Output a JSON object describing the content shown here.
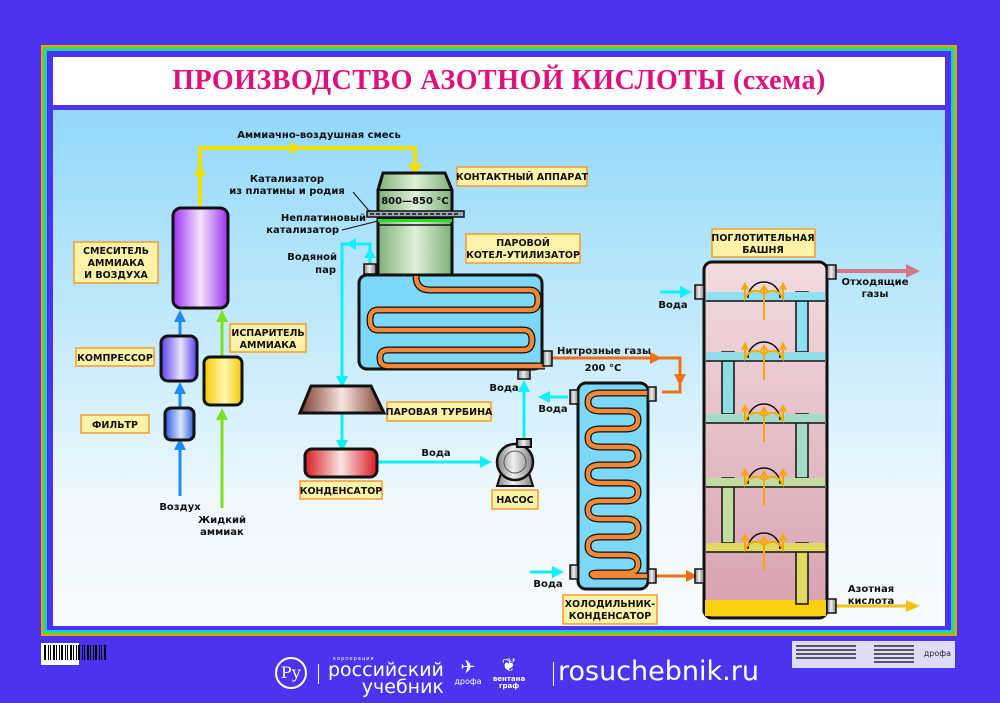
{
  "title": "ПРОИЗВОДСТВО АЗОТНОЙ КИСЛОТЫ (схема)",
  "colors": {
    "background": "#4b33f0",
    "title": "#e0107a",
    "air_flow": "#1e8cf0",
    "ammonia_flow": "#7ee020",
    "mixture_flow": "#f0e000",
    "water_flow": "#10f0f8",
    "nitrous_gas_flow": "#f07018",
    "waste_gas_flow": "#d07888",
    "acid_flow": "#f8c010",
    "label_box": "#fdf3a8",
    "label_border": "#f59a30"
  },
  "components": {
    "mixer": "СМЕСИТЕЛЬ АММИАКА И ВОЗДУХА",
    "compressor": "КОМПРЕССОР",
    "filter": "ФИЛЬТР",
    "evaporator": "ИСПАРИТЕЛЬ АММИАКА",
    "contact_apparatus": "КОНТАКТНЫЙ АППАРАТ",
    "boiler": "ПАРОВОЙ КОТЕЛ-УТИЛИЗАТОР",
    "turbine": "ПАРОВАЯ ТУРБИНА",
    "condenser": "КОНДЕНСАТОР",
    "pump": "НАСОС",
    "cooler": "ХОЛОДИЛЬНИК-КОНДЕНСАТОР",
    "tower": "ПОГЛОТИТЕЛЬНАЯ БАШНЯ"
  },
  "component_lines": {
    "mixer": [
      "СМЕСИТЕЛЬ",
      "АММИАКА",
      "И ВОЗДУХА"
    ],
    "evaporator": [
      "ИСПАРИТЕЛЬ",
      "АММИАКА"
    ],
    "boiler": [
      "ПАРОВОЙ",
      "КОТЕЛ-УТИЛИЗАТОР"
    ],
    "cooler": [
      "ХОЛОДИЛЬНИК-",
      "КОНДЕНСАТОР"
    ],
    "tower": [
      "ПОГЛОТИТЕЛЬНАЯ",
      "БАШНЯ"
    ]
  },
  "flow_labels": {
    "mixture": "Аммиачно-воздушная смесь",
    "catalyst_pt_1": "Катализатор",
    "catalyst_pt_2": "из платины и родия",
    "catalyst_non_pt_1": "Неплатиновый",
    "catalyst_non_pt_2": "катализатор",
    "temperature": "800—850 °C",
    "steam_1": "Водяной",
    "steam_2": "пар",
    "air": "Воздух",
    "liquid_ammonia_1": "Жидкий",
    "liquid_ammonia_2": "аммиак",
    "water_pump": "Вода",
    "water_boiler": "Вода",
    "water_cooler_out": "Вода",
    "water_cooler_in": "Вода",
    "water_tower": "Вода",
    "nitrous_gases": "Нитрозные газы",
    "nitrous_temp": "200 °C",
    "waste_gases_1": "Отходящие",
    "waste_gases_2": "газы",
    "nitric_acid_1": "Азотная",
    "nitric_acid_2": "кислота"
  },
  "footer": {
    "corp_small": "корпорация",
    "corp_line1": "российский",
    "corp_line2": "учебник",
    "logo_letters": "Ру",
    "publisher1": "дрофа",
    "publisher2_line1": "вентана",
    "publisher2_line2": "граф",
    "url": "rosuchebnik.ru",
    "imprint_brand": "дрофа"
  }
}
